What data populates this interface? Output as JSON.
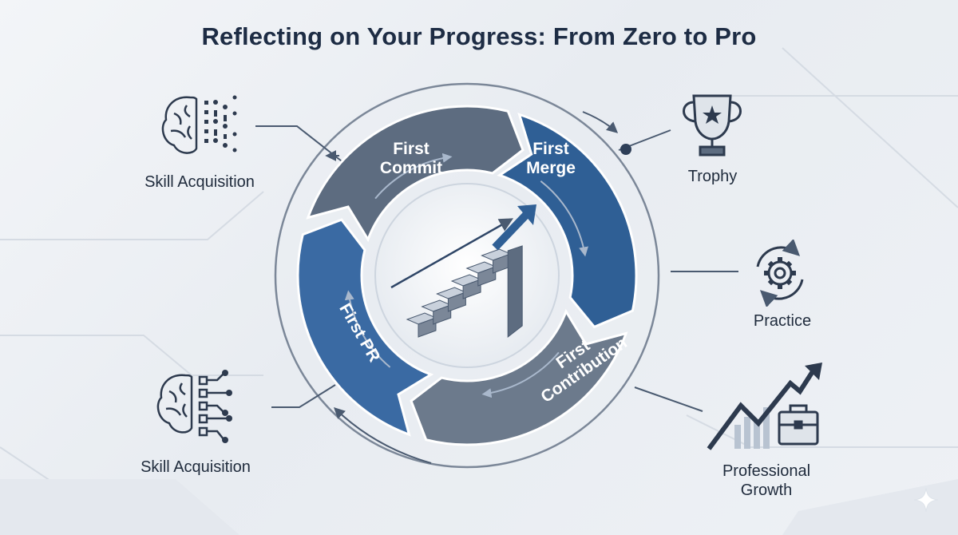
{
  "title": "Reflecting on Your Progress: From Zero to Pro",
  "cycle": {
    "segments": [
      {
        "line1": "First",
        "line2": "Commit",
        "color": "#5d6c80"
      },
      {
        "line1": "First",
        "line2": "Merge",
        "color": "#2f5f95"
      },
      {
        "line1": "First",
        "line2": "Contribution",
        "color": "#6c7a8c"
      },
      {
        "line1": "First PR",
        "line2": "",
        "color": "#3a6aa3"
      }
    ],
    "center_icon": "staircase-arrow-icon"
  },
  "side_items": [
    {
      "label": "Skill Acquisition",
      "icon": "brain-binary-icon"
    },
    {
      "label": "Skill Acquisition",
      "icon": "brain-circuit-icon"
    },
    {
      "label": "Trophy",
      "icon": "trophy-icon"
    },
    {
      "label": "Practice",
      "icon": "gear-cycle-icon"
    },
    {
      "label_line1": "Professional",
      "label_line2": "Growth",
      "icon": "growth-chart-briefcase-icon"
    }
  ],
  "colors": {
    "title": "#1d2c44",
    "accent_blue": "#2f5f95",
    "slate": "#5d6c80",
    "line": "#4a5a70"
  }
}
